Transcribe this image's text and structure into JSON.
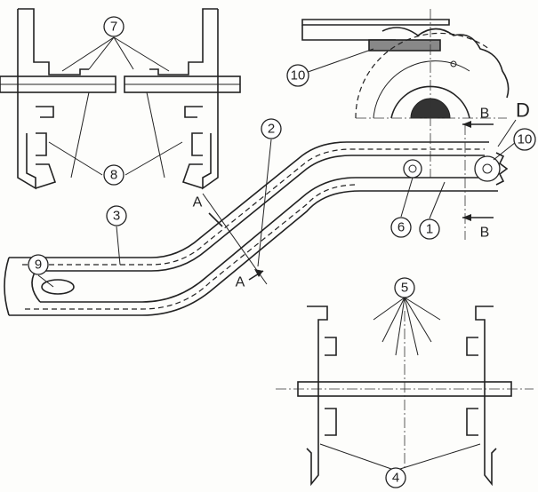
{
  "title": "Chain conveyor technical drawing",
  "callouts": {
    "c1": "1",
    "c2": "2",
    "c3": "3",
    "c4": "4",
    "c5": "5",
    "c6": "6",
    "c7": "7",
    "c8": "8",
    "c9": "9",
    "c10_top": "10",
    "c10_right": "10"
  },
  "section_marks": {
    "a_top": "A",
    "a_bottom": "A",
    "b_top": "B",
    "b_bottom": "B",
    "detail": "D"
  }
}
